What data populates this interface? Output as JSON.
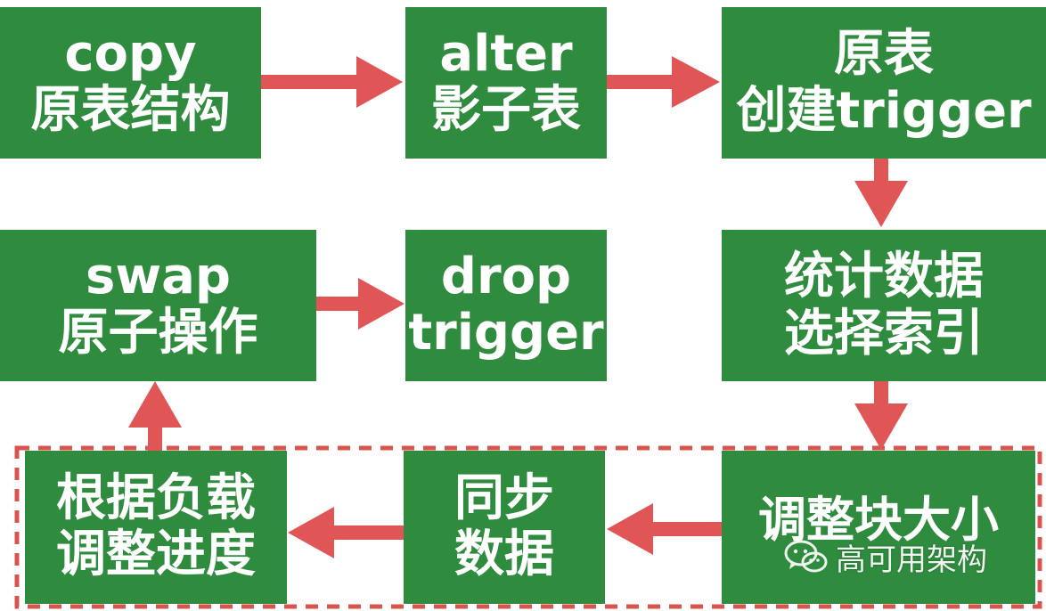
{
  "colors": {
    "box_fill": "#2f8b3e",
    "box_text": "#ffffff",
    "arrow": "#e05656",
    "dashed_border": "#d9534f",
    "background": "#ffffff"
  },
  "steps": {
    "copy": {
      "line1": "copy",
      "line2": "原表结构"
    },
    "alter": {
      "line1": "alter",
      "line2": "影子表"
    },
    "trigger_create": {
      "line1": "原表",
      "line2": "创建trigger"
    },
    "stats": {
      "line1": "统计数据",
      "line2": "选择索引"
    },
    "chunk": {
      "line1": "调整块大小"
    },
    "sync": {
      "line1": "同步",
      "line2": "数据"
    },
    "throttle": {
      "line1": "根据负载",
      "line2": "调整进度"
    },
    "swap": {
      "line1": "swap",
      "line2": "原子操作"
    },
    "drop": {
      "line1": "drop",
      "line2": "trigger"
    }
  },
  "watermark": {
    "icon": "wechat-icon",
    "text": "高可用架构"
  }
}
